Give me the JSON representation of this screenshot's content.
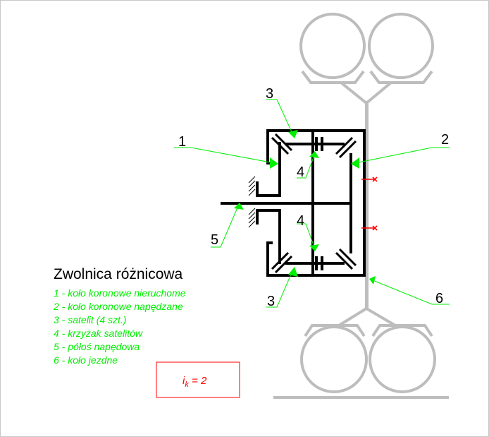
{
  "diagram": {
    "title": "Zwolnica różnicowa",
    "legend": [
      "1 - koło koronowe nieruchome",
      "2 - koło koronowe napędzane",
      "3 - satelit (4 szt.)",
      "4 - krzyżak satelitów",
      "5 - półoś napędowa",
      "6 - koło jezdne"
    ],
    "callouts": {
      "c1": "1",
      "c2": "2",
      "c3_top": "3",
      "c3_bottom": "3",
      "c4_top": "4",
      "c4_bottom": "4",
      "c5": "5",
      "c6": "6"
    },
    "formula": {
      "symbol": "i",
      "subscript": "k",
      "rest": " = 2"
    }
  },
  "colors": {
    "structure": "#000000",
    "wheel": "#bdbdbd",
    "leader": "#00ff00",
    "legend_text": "#00ee00",
    "marker": "#ff0000",
    "formula_border": "#ff0000"
  }
}
